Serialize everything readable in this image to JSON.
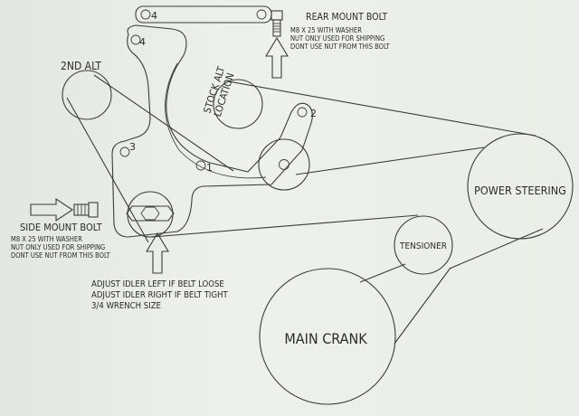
{
  "labels": {
    "power_steering": "POWER STEERING",
    "tensioner": "TENSIONER",
    "main_crank": "MAIN CRANK",
    "second_alt": "2ND ALT",
    "stock_alt_line1": "STOCK ALT",
    "stock_alt_line2": "LOCATION"
  },
  "rear_mount_bolt": {
    "title": "REAR MOUNT BOLT",
    "line1": "M8 X 25 WITH WASHER",
    "line2": "NUT ONLY USED FOR SHIPPING",
    "line3": "DONT USE NUT FROM THIS BOLT"
  },
  "side_mount_bolt": {
    "title": "SIDE MOUNT BOLT",
    "line1": "M8 X 25 WITH WASHER",
    "line2": "NUT ONLY USED FOR SHIPPING",
    "line3": "DONT USE NUT FROM THIS BOLT"
  },
  "adjust_note": {
    "line1": "ADJUST IDLER LEFT IF BELT LOOSE",
    "line2": "ADJUST IDLER RIGHT IF BELT TIGHT",
    "line3": "3/4 WRENCH SIZE"
  },
  "hole_numbers": {
    "strap_hole": "4",
    "bracket_top": "4",
    "pivot": "2",
    "upper_left": "3",
    "center": "1"
  },
  "colors": {
    "ink": "#3c3c3c",
    "paper": "#ebede8"
  }
}
